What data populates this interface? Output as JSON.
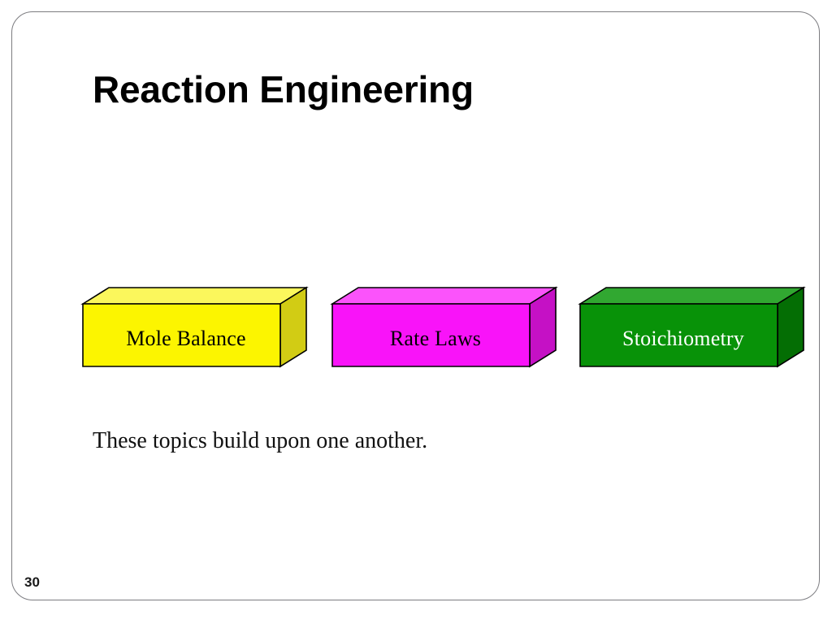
{
  "slide": {
    "title": "Reaction Engineering",
    "caption": "These topics build upon one another.",
    "page_number": "30",
    "background_color": "#ffffff",
    "frame_color": "#7c7c80"
  },
  "diagram": {
    "type": "process-blocks",
    "note": "Three 3D rectangular blocks arranged left to right",
    "blocks": [
      {
        "id": "mole-balance",
        "label": "Mole Balance",
        "front_color": "#fcf500",
        "top_color": "#fbf75c",
        "side_color": "#d2cc14",
        "text_color": "#000000",
        "outline_color": "#000000"
      },
      {
        "id": "rate-laws",
        "label": "Rate Laws",
        "front_color": "#f913f9",
        "top_color": "#fb53fb",
        "side_color": "#c511c5",
        "text_color": "#000000",
        "outline_color": "#000000"
      },
      {
        "id": "stoichiometry",
        "label": "Stoichiometry",
        "front_color": "#089208",
        "top_color": "#31a831",
        "side_color": "#046e04",
        "text_color": "#ffffff",
        "outline_color": "#000000"
      }
    ]
  }
}
